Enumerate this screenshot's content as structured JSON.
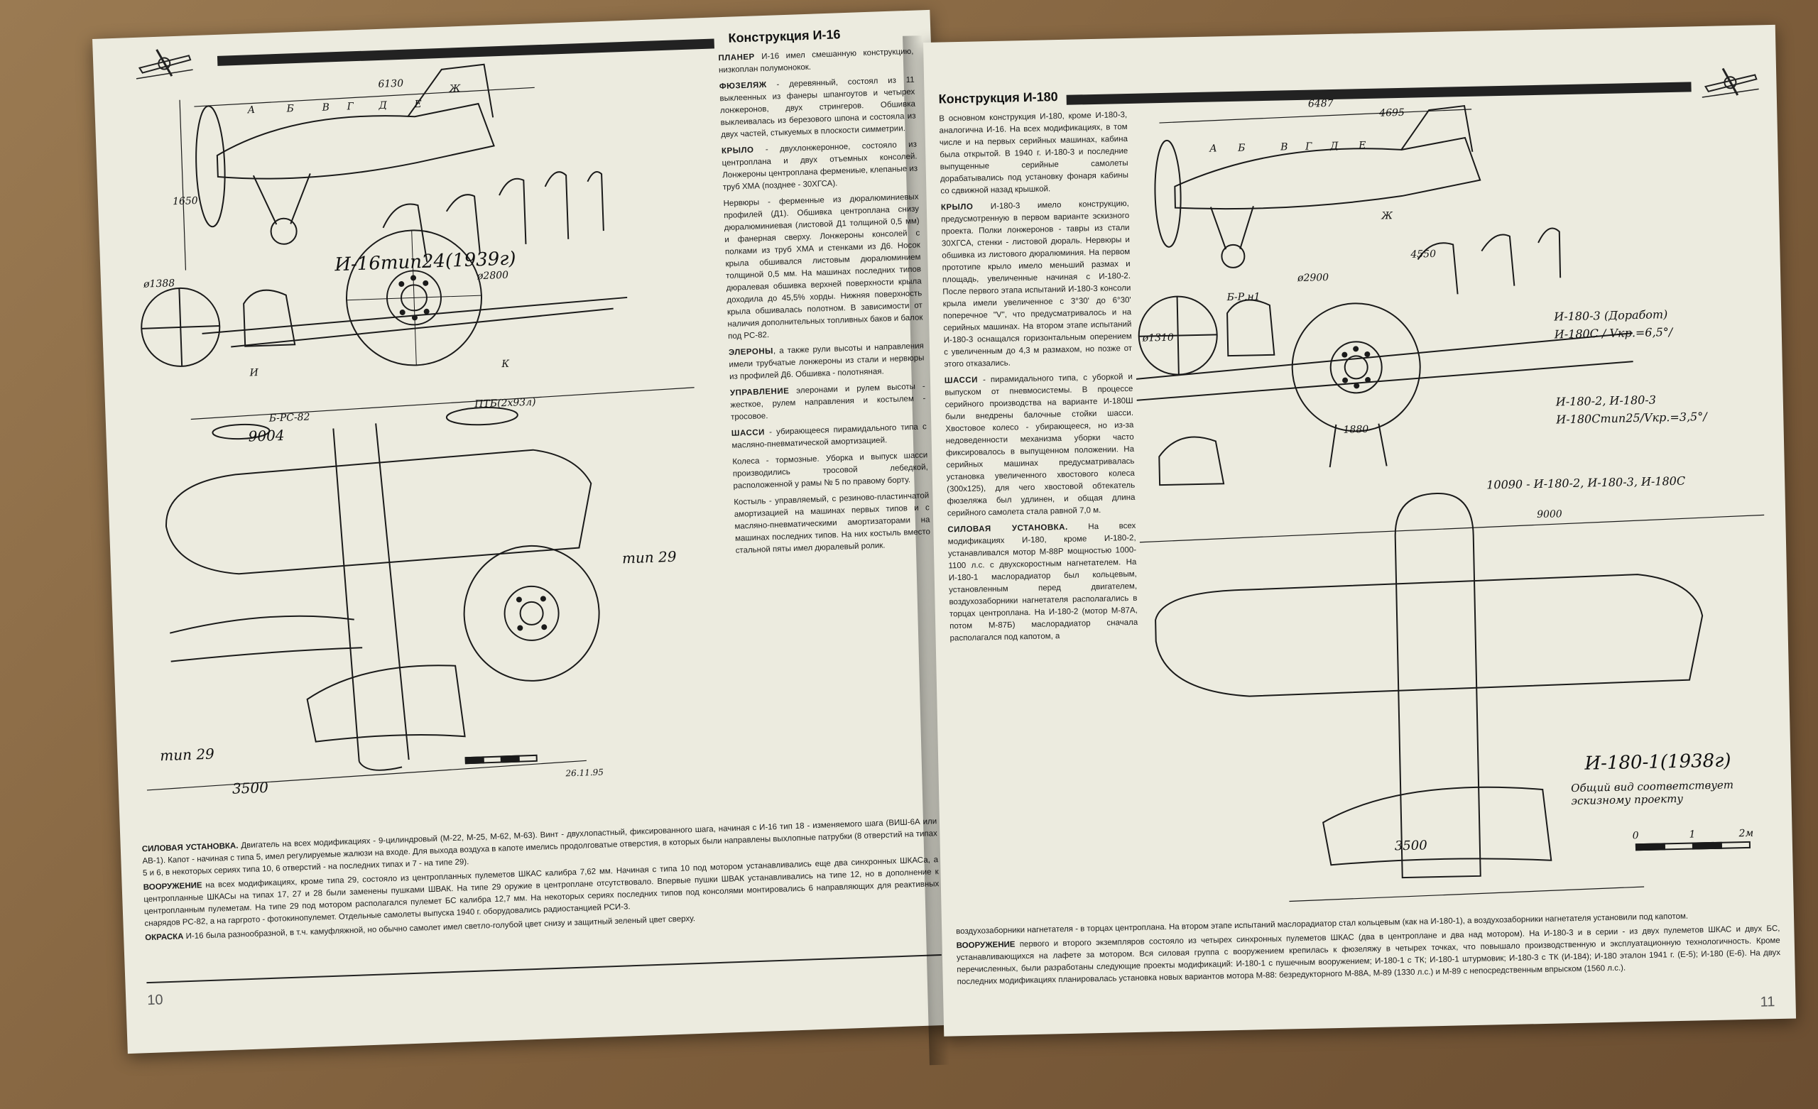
{
  "left_page": {
    "header": "Конструкция И-16",
    "page_number": "10",
    "drawing": {
      "title": "И-16тип24(1939г)",
      "dims": [
        "6130",
        "1650",
        "ø1388",
        "ø2800",
        "9004",
        "3500",
        "ПТБ(2х93л)",
        "Б-РС-82"
      ],
      "stations": [
        "А",
        "Б",
        "В",
        "Г",
        "Д",
        "Е",
        "Ж",
        "И",
        "К"
      ],
      "type_labels": [
        "тип 29",
        "тип 29"
      ],
      "signature": "26.11.95"
    },
    "column": [
      {
        "h": "ПЛАНЕР",
        "t": "И-16 имел смешанную конструкцию, низкоплан полумонокок."
      },
      {
        "h": "ФЮЗЕЛЯЖ",
        "t": "- деревянный, состоял из 11 выклеенных из фанеры шпангоутов и четырех лонжеронов, двух стрингеров. Обшивка выклеивалась из березового шпона и состояла из двух частей, стыкуемых в плоскости симметрии."
      },
      {
        "h": "КРЫЛО",
        "t": "- двухлонжеронное, состояло из центроплана и двух отъемных консолей. Лонжероны центроплана фермениые, клепаные из труб ХМА (позднее - 30ХГСА)."
      },
      {
        "h": "",
        "t": "Нервюры - ферменные из дюралюминиевых профилей (Д1). Обшивка центроплана снизу дюралюминиевая (листовой Д1 толщиной 0,5 мм) и фанерная сверху. Лонжероны консолей с полками из труб ХМА и стенками из Д6. Носок крыла обшивался листовым дюралюминием толщиной 0,5 мм. На машинах последних типов дюралевая обшивка верхней поверхности крыла доходила до 45,5% хорды. Нижняя поверхность крыла обшивалась полотном. В зависимости от наличия дополнительных топливных баков и балок под РС-82."
      },
      {
        "h": "ЭЛЕРОНЫ",
        "t": ", а также рули высоты и направления имели трубчатые лонжероны из стали и нервюры из профилей Д6. Обшивка - полотняная."
      },
      {
        "h": "УПРАВЛЕНИЕ",
        "t": "элеронами и рулем высоты - жесткое, рулем направления и костылем - тросовое."
      },
      {
        "h": "ШАССИ",
        "t": "- убирающееся пирамидального типа с масляно-пневматической амортизацией."
      },
      {
        "h": "",
        "t": "Колеса - тормозные. Уборка и выпуск шасси производились тросовой лебедкой, расположенной у рамы № 5 по правому борту."
      },
      {
        "h": "",
        "t": "Костыль - управляемый, с резиново-пластинчатой амортизацией на машинах первых типов и с масляно-пневматическими амортизаторами на машинах последних типов. На них костыль вместо стальной пяты имел дюралевый ролик."
      }
    ],
    "bottom": [
      {
        "h": "СИЛОВАЯ УСТАНОВКА.",
        "t": " Двигатель на всех модификациях - 9-цилиндровый (М-22, М-25, М-62, М-63). Винт - двухлопастный, фиксированного шага, начиная с И-16 тип 18 - изменяемого шага (ВИШ-6А или АВ-1). Капот - начиная с типа 5, имел регулируемые жалюзи на входе. Для выхода воздуха в капоте имелись продолговатые отверстия, в которых были направлены выхлопные патрубки (8 отверстий на типах 5 и 6, в некоторых сериях типа 10, 6 отверстий - на последних типах и 7 - на типе 29)."
      },
      {
        "h": "ВООРУЖЕНИЕ",
        "t": " на всех модификациях, кроме типа 29, состояло из центропланных пулеметов ШКАС калибра 7,62 мм. Начиная с типа 10 под мотором устанавливались еще два синхронных ШКАСа, а центропланные ШКАСы на типах 17, 27 и 28 были заменены пушками ШВАК. На типе 29 оружие в центроплане отсутствовало. Впервые пушки ШВАК устанавливались на типе 12, но в дополнение к центропланным пулеметам. На типе 29 под мотором располагался пулемет БС калибра 12,7 мм. На некоторых сериях последних типов под консолями монтировались 6 направляющих для реактивных снарядов РС-82, а на гаргрото - фотокинопулемет. Отдельные самолеты выпуска 1940 г. оборудовались радиостанцией РСИ-3."
      },
      {
        "h": "ОКРАСКА",
        "t": " И-16 была разнообразной, в т.ч. камуфляжной, но обычно самолет имел светло-голубой цвет снизу и защитный зеленый цвет сверху."
      }
    ]
  },
  "right_page": {
    "header": "Конструкция И-180",
    "page_number": "11",
    "drawing": {
      "title": "И-180-1(1938г)",
      "note": "Общий вид соответствует эскизному проекту",
      "labels": [
        "И-180-3 (Доработ)",
        "И-180С / Vкр.=6,5°/",
        "И-180-2, И-180-3",
        "И-180Стип25/Vкр.=3,5°/",
        "10090 - И-180-2, И-180-3, И-180С"
      ],
      "dims": [
        "6487",
        "4695",
        "4550",
        "1880",
        "9000",
        "3500",
        "ø2900",
        "ø1310",
        "Б-Р.н1"
      ],
      "stations": [
        "А",
        "Б",
        "В",
        "Г",
        "Д",
        "Е",
        "Ж"
      ],
      "scale": [
        "0",
        "1",
        "2м"
      ]
    },
    "column": [
      {
        "h": "",
        "t": "В основном конструкция И-180, кроме И-180-3, аналогична И-16. На всех модификациях, в том числе и на первых серийных машинах, кабина была открытой. В 1940 г. И-180-3 и последние выпущенные серийные самолеты дорабатывались под установку фонаря кабины со сдвижной назад крышкой."
      },
      {
        "h": "КРЫЛО",
        "t": " И-180-3 имело конструкцию, предусмотренную в первом варианте эскизного проекта. Полки лонжеронов - тавры из стали 30ХГСА, стенки - листовой дюраль. Нервюры и обшивка из листового дюралюминия. На первом прототипе крыло имело меньший размах и площадь, увеличенные начиная с И-180-2. После первого этапа испытаний И-180-3 консоли крыла имели увеличенное с 3°30' до 6°30' поперечное \"V\", что предусматривалось и на серийных машинах. На втором этапе испытаний И-180-3 оснащался горизонтальным оперением с увеличенным до 4,3 м размахом, но позже от этого отказались."
      },
      {
        "h": "ШАССИ",
        "t": " - пирамидального типа, с уборкой и выпуском от пневмосистемы. В процессе серийного производства на варианте И-180Ш были внедрены балочные стойки шасси. Хвостовое колесо - убирающееся, но из-за недоведенности механизма уборки часто фиксировалось в выпущенном положении. На серийных машинах предусматривалась установка увеличенного хвостового колеса (300х125), для чего хвостовой обтекатель фюзеляжа был удлинен, и общая длина серийного самолета стала равной 7,0 м."
      },
      {
        "h": "СИЛОВАЯ УСТАНОВКА.",
        "t": " На всех модификациях И-180, кроме И-180-2, устанавливался мотор М-88Р мощностью 1000-1100 л.с. с двухскоростным нагнетателем. На И-180-1 маслорадиатор был кольцевым, установленным перед двигателем, воздухозаборники нагнетателя располагались в торцах центроплана. На И-180-2 (мотор М-87А, потом М-87Б) маслорадиатор сначала располагался под капотом, а"
      }
    ],
    "bottom": [
      {
        "h": "",
        "t": "воздухозаборники нагнетателя - в торцах центроплана. На втором этапе испытаний маслорадиатор стал кольцевым (как на И-180-1), а воздухозаборники нагнетателя установили под капотом."
      },
      {
        "h": "ВООРУЖЕНИЕ",
        "t": " первого и второго экземпляров состояло из четырех синхронных пулеметов ШКАС (два в центроплане и два над мотором). На И-180-3 и в серии - из двух пулеметов ШКАС и двух БС, устанавливающихся на лафете за мотором. Вся силовая группа с вооружением крепилась к фюзеляжу в четырех точках, что повышало производственную и эксплуатационную технологичность. Кроме перечисленных, были разработаны следующие проекты модификаций: И-180-1 с пушечным вооружением; И-180-1 с ТК; И-180-1 штурмовик; И-180-3 с ТК (И-184); И-180 эталон 1941 г. (Е-5); И-180 (Е-6). На двух последних модификациях планировалась установка новых вариантов мотора М-88: безредукторного М-88А, М-89 (1330 л.с.) и М-89 с непосредственным впрыском (1560 л.с.)."
      }
    ]
  }
}
